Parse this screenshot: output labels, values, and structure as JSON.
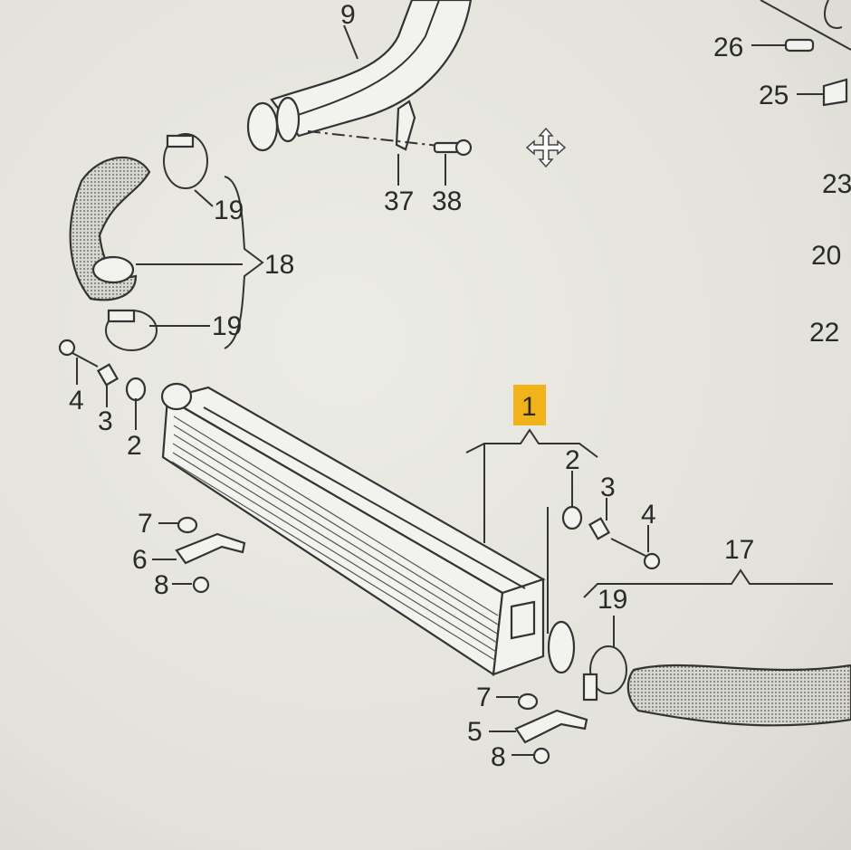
{
  "diagram": {
    "highlight_color": "#f2b21a",
    "highlighted_callout": "1",
    "callouts": {
      "c9": "9",
      "c26": "26",
      "c25": "25",
      "c23": "23",
      "c20": "20",
      "c22": "22",
      "c37": "37",
      "c38": "38",
      "c19a": "19",
      "c18": "18",
      "c19b": "19",
      "c4a": "4",
      "c3a": "3",
      "c2a": "2",
      "c1": "1",
      "c2b": "2",
      "c3b": "3",
      "c4b": "4",
      "c17": "17",
      "c19c": "19",
      "c7a": "7",
      "c6": "6",
      "c8a": "8",
      "c7b": "7",
      "c5": "5",
      "c8b": "8"
    },
    "cursor_icon": "move-cursor-icon"
  }
}
